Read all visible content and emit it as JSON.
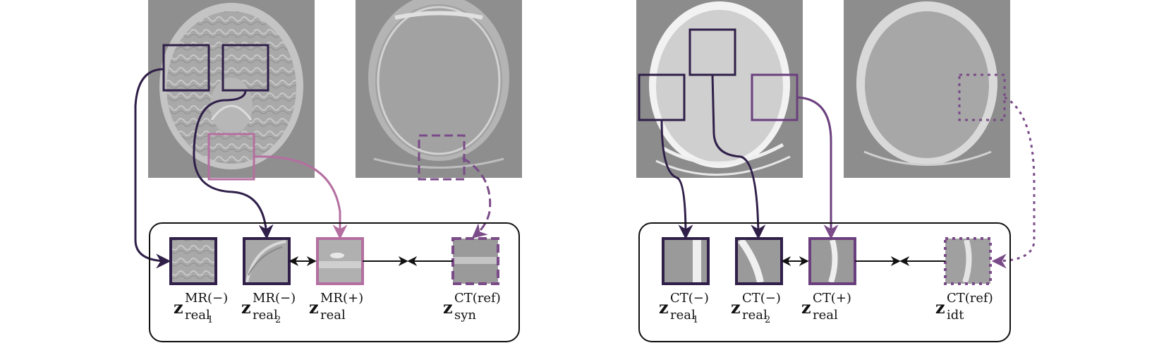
{
  "colors": {
    "dark": "#2f1f49",
    "pink": "#b46fa0",
    "purple": "#7a4b88",
    "mid": "#6b3f7e",
    "ct_box": "#3c2a55"
  },
  "left_panel": {
    "labels": [
      {
        "sup": "MR(−)",
        "sub": "real",
        "subnum": "1"
      },
      {
        "sup": "MR(−)",
        "sub": "real",
        "subnum": "2"
      },
      {
        "sup": "MR(+)",
        "sub": "real",
        "subnum": ""
      },
      {
        "sup": "CT(ref)",
        "sub": "syn",
        "subnum": ""
      }
    ]
  },
  "right_panel": {
    "labels": [
      {
        "sup": "CT(−)",
        "sub": "real",
        "subnum": "1"
      },
      {
        "sup": "CT(−)",
        "sub": "real",
        "subnum": "2"
      },
      {
        "sup": "CT(+)",
        "sub": "real",
        "subnum": ""
      },
      {
        "sup": "CT(ref)",
        "sub": "idt",
        "subnum": ""
      }
    ]
  },
  "z_letter": "z"
}
